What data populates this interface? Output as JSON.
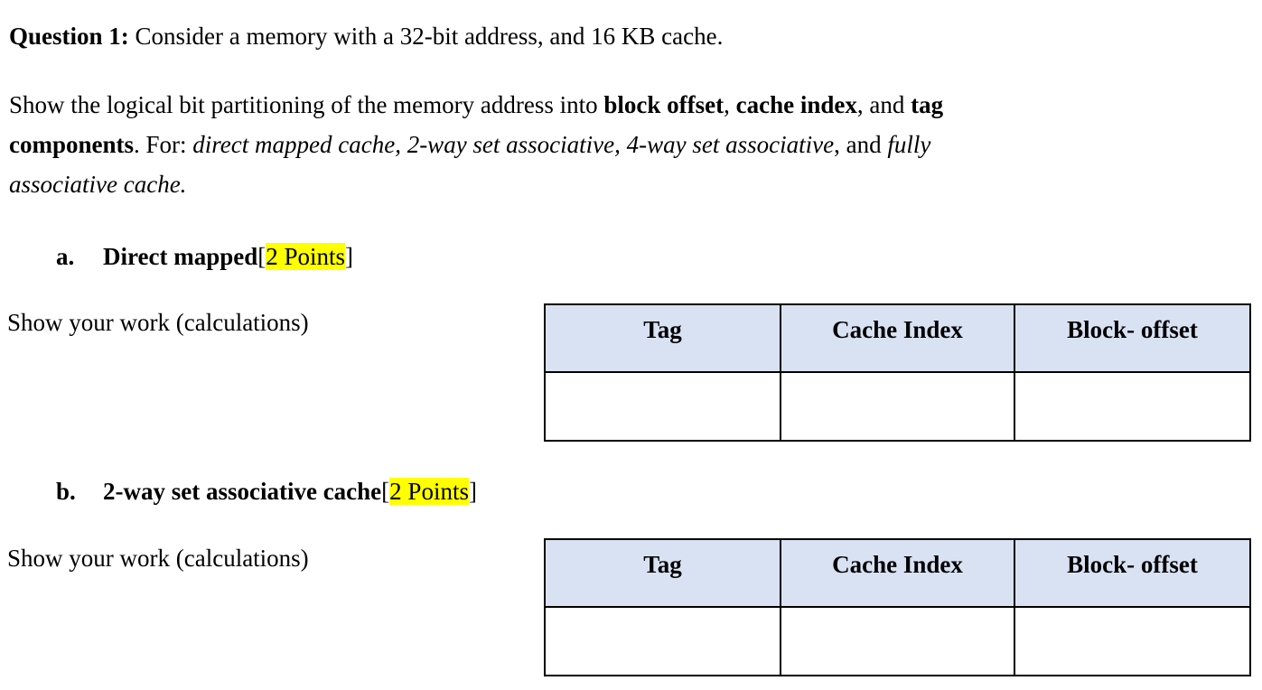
{
  "document": {
    "question_label": "Question 1:",
    "question_text": " Consider a memory with a 32-bit address, and 16 KB cache.",
    "instruction_line1_a": "Show the logical bit partitioning of the memory address into ",
    "instruction_bold1": "block offset",
    "instruction_line1_b": ", ",
    "instruction_bold2": "cache index",
    "instruction_line1_c": ", and ",
    "instruction_bold3": "tag",
    "instruction_line2_bold": "components",
    "instruction_line2_a": ".  For: ",
    "instruction_italic1": "direct mapped cache, 2-way set associative, 4-way set associative",
    "instruction_line2_b": ", and ",
    "instruction_italic2": "fully",
    "instruction_line3_italic": "associative cache.",
    "items": [
      {
        "marker": "a.",
        "title": "Direct mapped",
        "bracket_open": "[",
        "points": "2 Points",
        "bracket_close": "]",
        "work_label": "Show your work (calculations)"
      },
      {
        "marker": "b.",
        "title": "2-way set associative cache",
        "bracket_open": "[",
        "points": "2 Points",
        "bracket_close": "]",
        "work_label": "Show your work (calculations)"
      }
    ],
    "table": {
      "headers": [
        "Tag",
        "Cache Index",
        "Block- offset"
      ],
      "rows": [
        [
          "",
          "",
          ""
        ]
      ],
      "header_fill": "#D9E2F3",
      "border_color": "#000000"
    },
    "highlight_color": "#FFFF00"
  }
}
